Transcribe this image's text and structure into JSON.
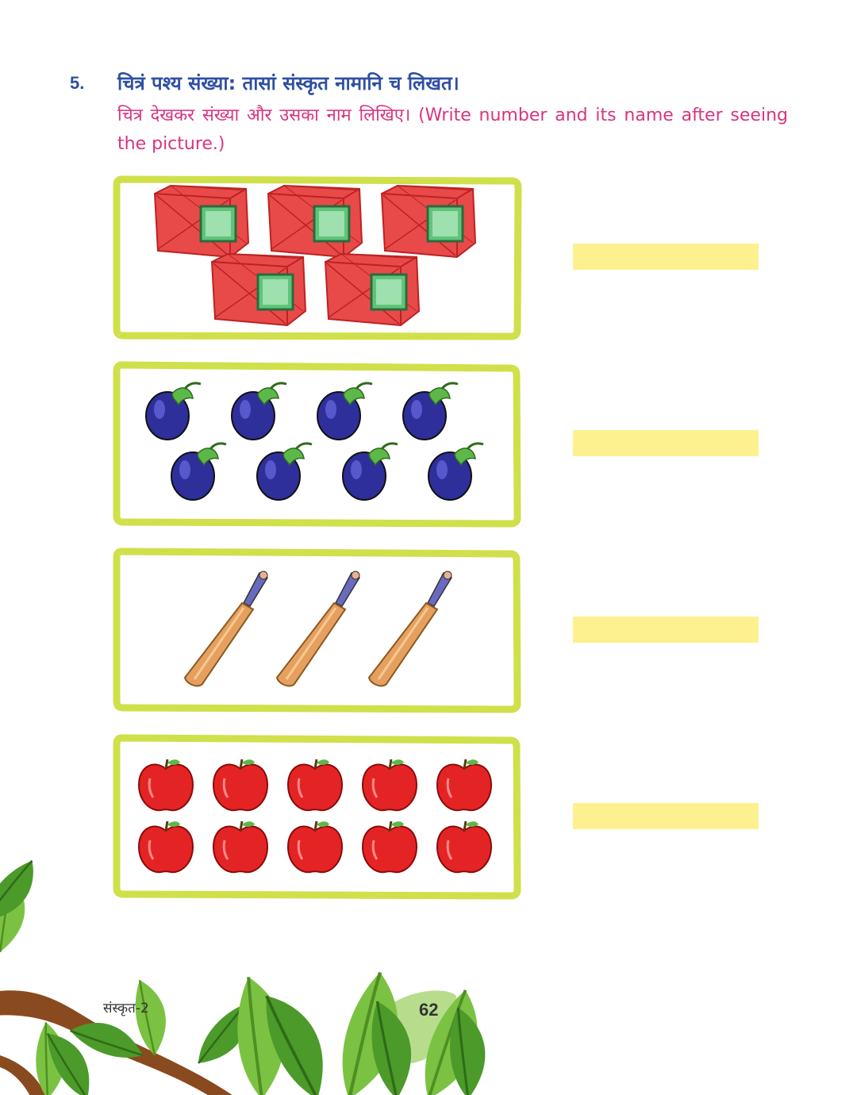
{
  "question": {
    "number": "5.",
    "title": "चित्रं पश्य संख्या: तासां संस्कृत नामानि च लिखत।",
    "subtitle": "चित्र देखकर संख्या और उसका नाम लिखिए। (Write number and its name after seeing the picture.)"
  },
  "rows": [
    {
      "item": "box-icon",
      "count": 5
    },
    {
      "item": "brinjal-icon",
      "count": 8
    },
    {
      "item": "cricket-bat-icon",
      "count": 3
    },
    {
      "item": "apple-icon",
      "count": 10
    }
  ],
  "colors": {
    "heading_blue": "#2f4fa3",
    "subtitle_pink": "#d9347f",
    "frame_green": "#cfe04a",
    "answer_yellow": "#fdf18f",
    "leaf_green": "#7cc242"
  },
  "footer": {
    "book": "संस्कृत-2",
    "page": "62"
  }
}
